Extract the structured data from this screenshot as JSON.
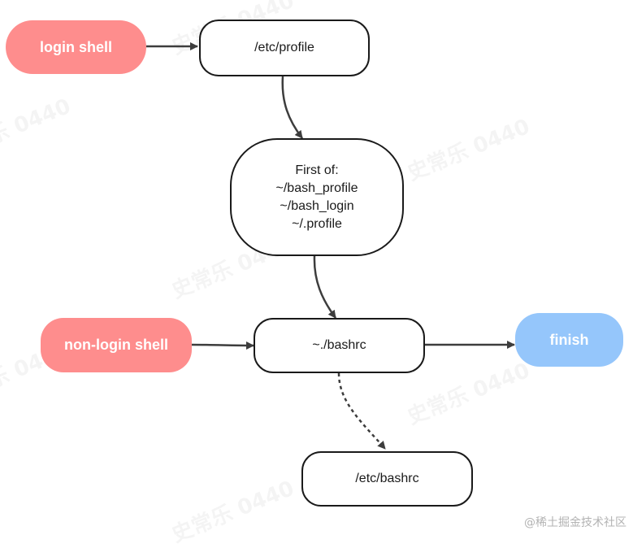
{
  "nodes": {
    "login_shell": "login shell",
    "etc_profile": "/etc/profile",
    "first_of": {
      "lines": [
        "First of:",
        "~/bash_profile",
        "~/bash_login",
        "~/.profile"
      ]
    },
    "non_login_shell": "non-login shell",
    "bashrc": "~./bashrc",
    "finish": "finish",
    "etc_bashrc": "/etc/bashrc"
  },
  "edges": [
    {
      "from": "login_shell",
      "to": "etc_profile",
      "style": "solid"
    },
    {
      "from": "etc_profile",
      "to": "first_of",
      "style": "solid"
    },
    {
      "from": "first_of",
      "to": "bashrc",
      "style": "solid"
    },
    {
      "from": "non_login_shell",
      "to": "bashrc",
      "style": "solid"
    },
    {
      "from": "bashrc",
      "to": "finish",
      "style": "solid"
    },
    {
      "from": "bashrc",
      "to": "etc_bashrc",
      "style": "dotted"
    }
  ],
  "watermark": "史常乐 0440",
  "credit": "@稀土掘金技术社区",
  "colors": {
    "start_fill": "#fe8d8d",
    "finish_fill": "#95c6fb",
    "stroke": "#1a1a1a",
    "edge": "#3d3d3d"
  }
}
